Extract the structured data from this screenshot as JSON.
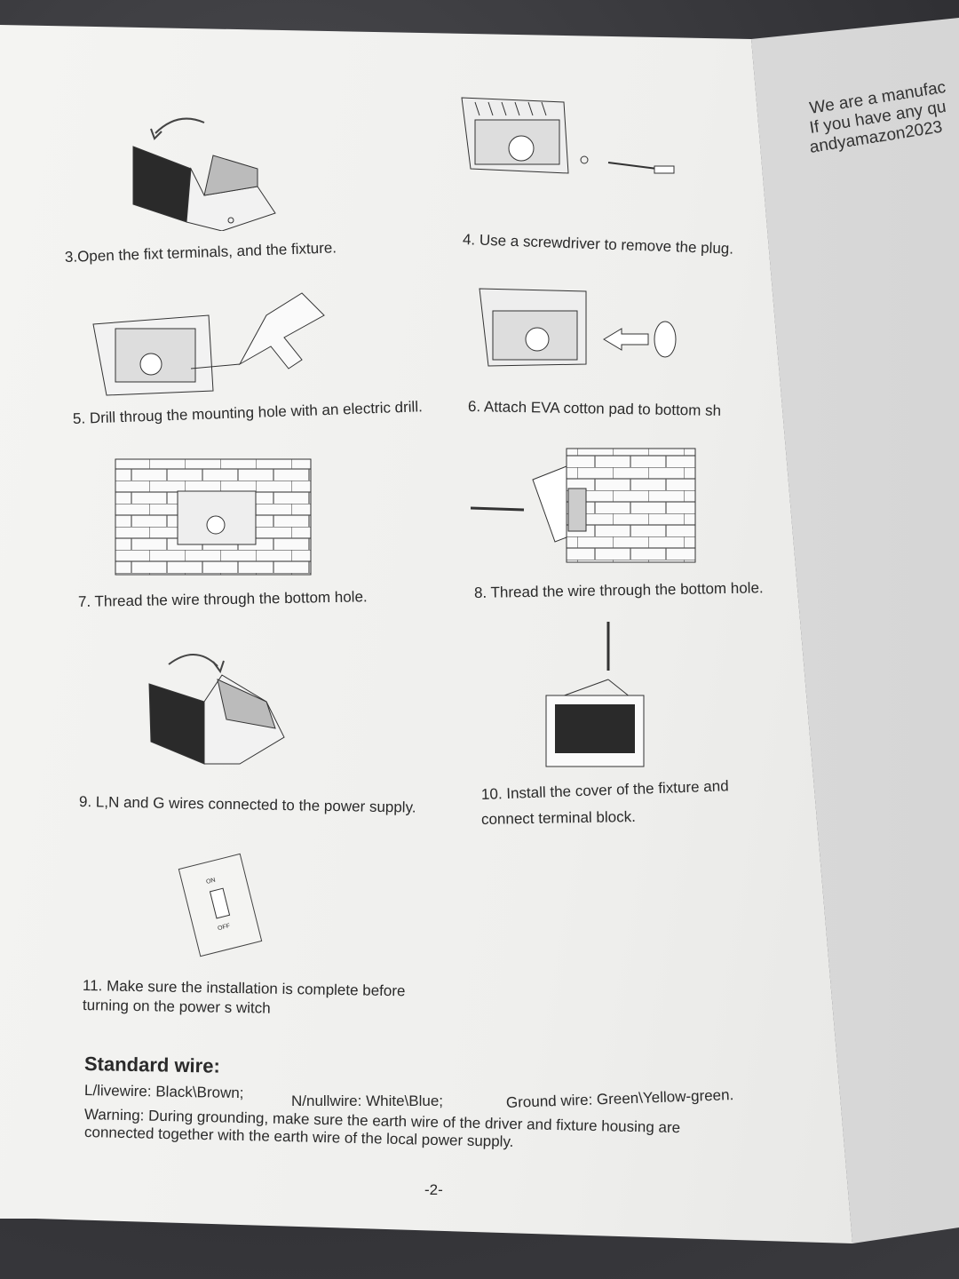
{
  "right_page": {
    "lines": [
      "We are a manufac",
      "If you have any qu",
      "andyamazon2023"
    ]
  },
  "steps": [
    {
      "num": "3",
      "text": "3.Open the fixt terminals, and the fixture."
    },
    {
      "num": "4",
      "text": "4. Use a screwdriver to remove the plug."
    },
    {
      "num": "5",
      "text": "5. Drill throug the mounting hole with an electric drill."
    },
    {
      "num": "6",
      "text": "6. Attach EVA cotton pad to bottom sh"
    },
    {
      "num": "7",
      "text": "7. Thread the wire through the bottom hole."
    },
    {
      "num": "8",
      "text": "8. Thread the wire through the bottom hole."
    },
    {
      "num": "9",
      "text": "9. L,N and G wires connected to the power supply."
    },
    {
      "num": "10",
      "text": "10. Install the cover of the fixture and",
      "text2": "connect terminal block."
    },
    {
      "num": "11",
      "text": "11. Make sure the installation is complete before",
      "text2": "turning on the power s witch"
    }
  ],
  "switch": {
    "on": "ON",
    "off": "OFF"
  },
  "standard_wire": {
    "heading": "Standard wire:",
    "live": "L/livewire: Black\\Brown;",
    "null": "N/nullwire: White\\Blue;",
    "ground": "Ground wire: Green\\Yellow-green.",
    "warning1": "Warning: During grounding, make sure the earth wire of the driver and fixture housing are",
    "warning2": "connected together with the earth wire of the local power supply."
  },
  "page_number": "-2-"
}
